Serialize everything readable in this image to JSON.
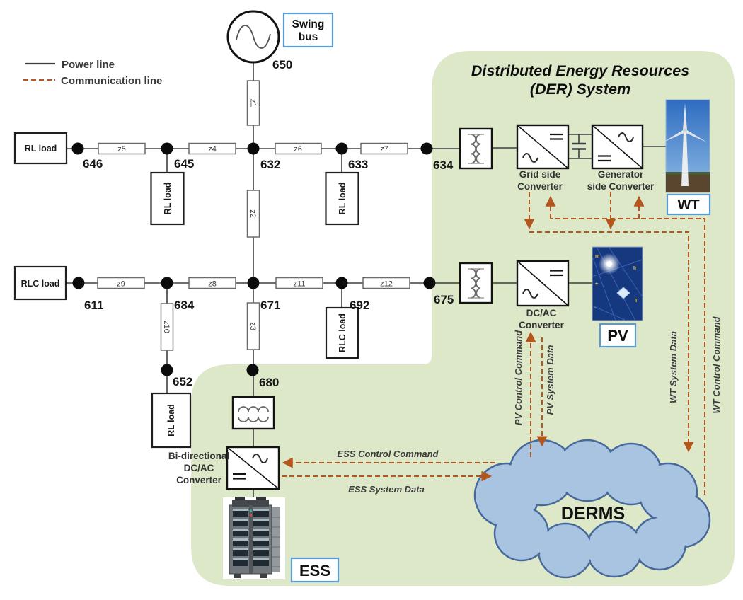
{
  "legend": {
    "power_line": "Power line",
    "communication_line": "Communication line"
  },
  "title": {
    "line1": "Distributed Energy Resources",
    "line2": "(DER) System"
  },
  "buses": {
    "b650": "650",
    "b646": "646",
    "b645": "645",
    "b632": "632",
    "b633": "633",
    "b634": "634",
    "b611": "611",
    "b684": "684",
    "b671": "671",
    "b692": "692",
    "b675": "675",
    "b652": "652",
    "b680": "680"
  },
  "impedances": {
    "z1": "z1",
    "z2": "z2",
    "z3": "z3",
    "z4": "z4",
    "z5": "z5",
    "z6": "z6",
    "z7": "z7",
    "z8": "z8",
    "z9": "z9",
    "z10": "z10",
    "z11": "z11",
    "z12": "z12"
  },
  "loads": {
    "rl_646": "RL load",
    "rl_645": "RL load",
    "rl_633": "RL load",
    "rl_652": "RL load",
    "rlc_611": "RLC load",
    "rlc_692": "RLC load"
  },
  "components": {
    "swing_bus": [
      "Swing",
      "bus"
    ],
    "grid_side_converter": [
      "Grid side",
      "Converter"
    ],
    "generator_side_converter": [
      "Generator",
      "side Converter"
    ],
    "dc_ac_converter": [
      "DC/AC",
      "Converter"
    ],
    "bidirectional_converter": [
      "Bi-directional",
      "DC/AC",
      "Converter"
    ],
    "wt": "WT",
    "pv": "PV",
    "ess": "ESS",
    "derms": "DERMS"
  },
  "comm_labels": {
    "ess_control": "ESS Control Command",
    "ess_data": "ESS System Data",
    "pv_control": "PV Control Command",
    "pv_data": "PV System Data",
    "wt_data": "WT System Data",
    "wt_control": "WT Control Command"
  },
  "pv_panel_marks": {
    "m": "m",
    "plus": "+",
    "minus": "-",
    "ir": "Ir",
    "t": "T"
  },
  "colors": {
    "der_region": "#dde8c9",
    "comm_line": "#b5571d",
    "cloud_fill": "#a9c4e0",
    "cloud_stroke": "#46689b",
    "label_box_border": "#5b9bd5",
    "power_line": "#3f3f3f"
  }
}
